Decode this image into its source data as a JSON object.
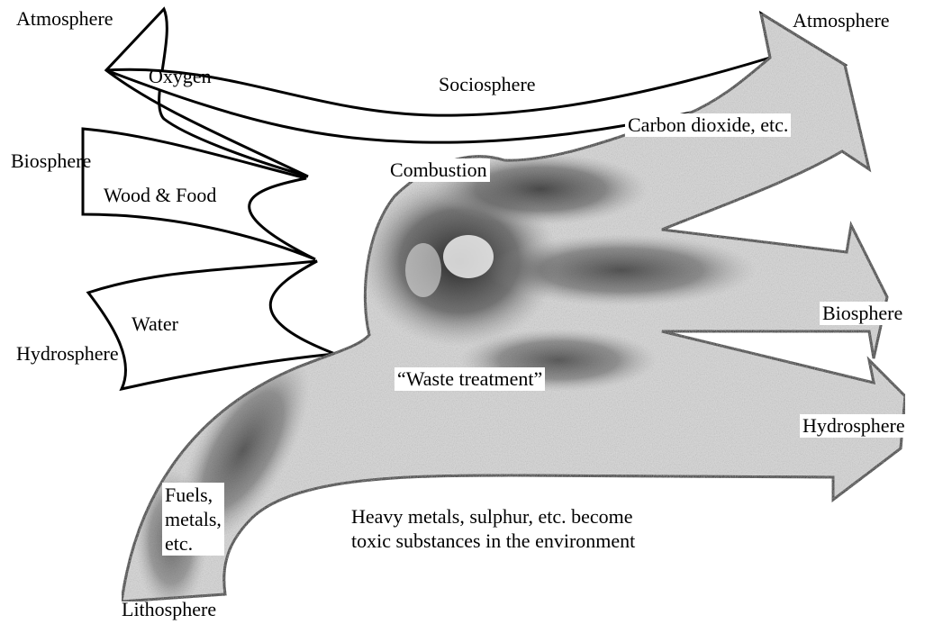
{
  "colors": {
    "background": "#ffffff",
    "outline": "#000000",
    "stipple_light": "#d6d6d6",
    "stipple_dark": "#2a2a2a"
  },
  "sources": {
    "atmosphere": "Atmosphere",
    "biosphere": "Biosphere",
    "hydrosphere": "Hydrosphere",
    "lithosphere": "Lithosphere"
  },
  "inputs": {
    "oxygen": "Oxygen",
    "wood_food": "Wood & Food",
    "water": "Water",
    "fuels": "Fuels,\nmetals,\netc."
  },
  "center": {
    "sociosphere": "Sociosphere",
    "combustion": "Combustion",
    "waste_treatment": "“Waste treatment”"
  },
  "outputs": {
    "carbon_dioxide": "Carbon dioxide, etc.",
    "atmosphere": "Atmosphere",
    "biosphere": "Biosphere",
    "hydrosphere": "Hydrosphere",
    "toxic_note": "Heavy metals, sulphur, etc. become\ntoxic substances in the environment"
  }
}
